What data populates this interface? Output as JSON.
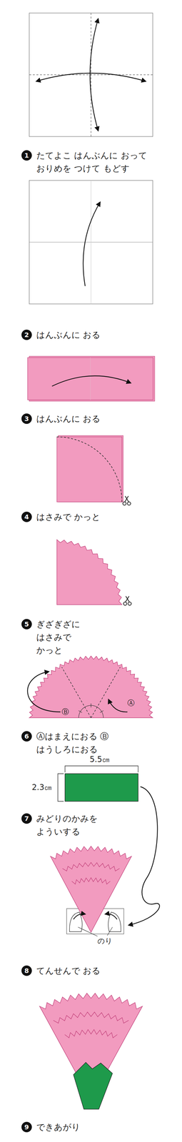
{
  "diagram": {
    "labels": [
      "1",
      "たてよこ はんぶんに おって おりめを つけて もどす",
      "2",
      "はんぶんに おる",
      "3",
      "はんぶんに おる",
      "4",
      "はさみで かっと",
      "5",
      "ぎざぎざに はさみで かっと",
      "Ⓑ",
      "Ⓐ",
      "6",
      "Ⓐはまえにおる Ⓑはうしろにおる",
      "5.5㎝",
      "2.3㎝",
      "7",
      "みどりのかみを よういする",
      "のり",
      "8",
      "てんせんで おる",
      "9",
      "できあがり"
    ]
  }
}
